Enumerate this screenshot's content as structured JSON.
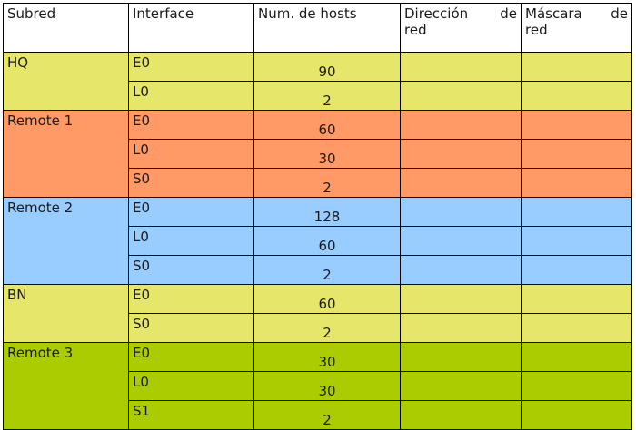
{
  "headers": {
    "subnet": "Subred",
    "interface": "Interface",
    "hosts": "Num. de hosts",
    "network_address_word1": "Dirección",
    "network_address_word2": "de",
    "network_address_word3": "red",
    "mask_word1": "Máscara",
    "mask_word2": "de",
    "mask_word3": "red"
  },
  "colors": {
    "HQ": "#e6e66a",
    "Remote 1": "#ff9966",
    "Remote 2": "#99ccff",
    "BN": "#e6e66a",
    "Remote 3": "#aacc00"
  },
  "groups": [
    {
      "subnet": "HQ",
      "rows": [
        {
          "interface": "E0",
          "hosts": "90"
        },
        {
          "interface": "L0",
          "hosts": "2"
        }
      ]
    },
    {
      "subnet": "Remote 1",
      "rows": [
        {
          "interface": "E0",
          "hosts": "60"
        },
        {
          "interface": "L0",
          "hosts": "30"
        },
        {
          "interface": "S0",
          "hosts": "2"
        }
      ]
    },
    {
      "subnet": "Remote 2",
      "rows": [
        {
          "interface": "E0",
          "hosts": "128"
        },
        {
          "interface": "L0",
          "hosts": "60"
        },
        {
          "interface": "S0",
          "hosts": "2"
        }
      ]
    },
    {
      "subnet": "BN",
      "rows": [
        {
          "interface": "E0",
          "hosts": "60"
        },
        {
          "interface": "S0",
          "hosts": "2"
        }
      ]
    },
    {
      "subnet": "Remote 3",
      "rows": [
        {
          "interface": "E0",
          "hosts": "30"
        },
        {
          "interface": "L0",
          "hosts": "30"
        },
        {
          "interface": "S1",
          "hosts": "2"
        }
      ]
    }
  ]
}
